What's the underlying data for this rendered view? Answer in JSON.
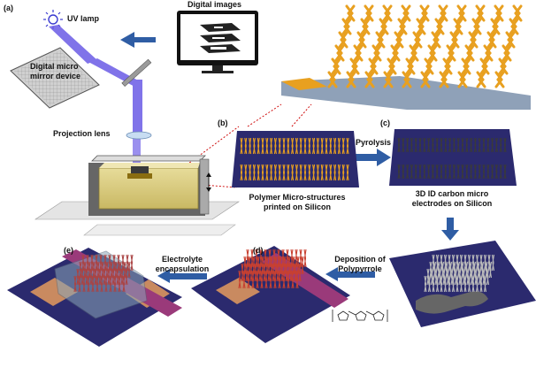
{
  "panels": {
    "a": "(a)",
    "b": "(b)",
    "c": "(c)",
    "d": "(d)",
    "e": "(e)"
  },
  "labels": {
    "uv_lamp": "UV lamp",
    "digital_images": "Digital images",
    "dmd_line1": "Digital micro",
    "dmd_line2": "mirror device",
    "projection_lens": "Projection lens",
    "pyrolysis": "Pyrolysis",
    "polymer_line1": "Polymer Micro-structures",
    "polymer_line2": "printed on Silicon",
    "carbon_line1": "3D ID carbon micro",
    "carbon_line2": "electrodes on Silicon",
    "deposition_line1": "Deposition of",
    "deposition_line2": "Polypyrrole",
    "electrolyte_line1": "Electrolyte",
    "electrolyte_line2": "encapsulation"
  },
  "colors": {
    "uv_beam": "#6a5be6",
    "arrow": "#2f5da4",
    "polymer": "#e8a020",
    "carbon": "#3a3a3a",
    "polypyrrole": "#c84030",
    "substrate": "#2b2a6e",
    "pad": "#c98a60",
    "bus": "#9a3a7a",
    "dotted": "#d01010"
  }
}
